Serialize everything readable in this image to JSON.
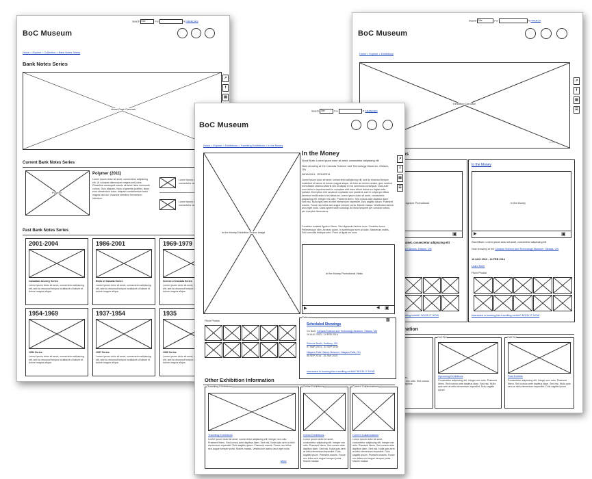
{
  "header": {
    "logo": "BoC Museum",
    "search_label": "Search",
    "search_scope": "Site",
    "for_label": "For",
    "language_link": "FRANÇAIS",
    "language_link_truncated": "FRANCA"
  },
  "page1": {
    "breadcrumb": "Home > Explore > Collection > Bank Notes Series",
    "title": "Bank Notes Series",
    "carousel_label": "Home Page Carousel",
    "current_heading": "Current Bank Notes Series",
    "polymer_caption": "Polymer",
    "polymer_title": "Polymer (2011)",
    "polymer_text": "Lorem ipsum dolor sit amet, consectetur adipiscing elit. Ut volutpat ullamcorper magna sed porta. Phasellus consequat mauris sit amet risus commodo cursus. Duis aliquam, risus ut gravida porttitor, lacus eros elementum tortor, aliquam condimentum tortor magna sed dui. Vivamus interdum fermentum interdum.",
    "side_text_1": "Lorem ipsum dolor sit amet, consectetur adip",
    "side_text_2": "Lorem ipsum dolor sit amet, consectetur adip",
    "past_heading": "Past Bank Notes Series",
    "past_series": [
      {
        "years": "2001-2004",
        "name": "Canadian Journey Series",
        "text": "Lorem ipsum dolor sit amet, consectetur adipiscing elit, sed do eiusmod tempor incididunt ut labore et dolore magna aliqua."
      },
      {
        "years": "1986-2001",
        "name": "Birds of Canada Series",
        "text": "Lorem ipsum dolor sit amet, consectetur adipiscing elit, sed do eiusmod tempor incididunt ut labore et dolore magna aliqua."
      },
      {
        "years": "1969-1979",
        "name": "Scenes of Canada Series",
        "text": "Lorem ipsum dolor sit amet, consectetur adipiscing elit, sed do eiusmod tempor incididunt ut labore et dolore magna aliqua."
      },
      {
        "years": "1954-1969",
        "name": "1954 Series",
        "text": "Lorem ipsum dolor sit amet, consectetur adipiscing elit, sed do eiusmod tempor incididunt ut labore et dolore magna aliqua."
      },
      {
        "years": "1937-1954",
        "name": "1937 Series",
        "text": "Lorem ipsum dolor sit amet, consectetur adipiscing elit, sed do eiusmod tempor incididunt ut labore et dolore magna aliqua."
      },
      {
        "years": "1935",
        "name": "1935 Series",
        "text": "Lorem ipsum dolor sit amet, consectetur adipiscing elit, sed do eiusmod tempor incididunt ut labore et dolore magna aliqua."
      }
    ]
  },
  "page2": {
    "breadcrumb": "Home > Explore > Exhibitions",
    "carousel_label": "Exhibition Carousel",
    "card_left_title_fragment": "ns",
    "card_left_video_label": "e Engraver Promotional",
    "card_left_text": "sit amet, consectetur adipiscing elit",
    "card_left_link": "ey of Canada, Ottawa, ON",
    "card_left_dates": "5",
    "card_right_title": "In the Money",
    "card_right_video_label": "In the Money",
    "card_right_blurb": "Short Blurb: Lorem ipsum dolor sit amet, consectetur adipiscing elit",
    "card_right_showing_prefix": "Now showing at the",
    "card_right_showing_link": "Canada Science and Technology Museum, Ottawa, ON",
    "card_right_dates": "16 AUG 2013 - 14 FEB 2014",
    "learn_more": "Learn More",
    "flickr_label": "Flickr Photos",
    "booking_link": "Interested in booking this travelling exhibit? BOOK IT NOW",
    "booking_link_left": "travelling exhibit? BOOK IT NOW",
    "other_info_fragment": "ormation",
    "callout_label": "Call Out",
    "callout_left_text": "sit amet,",
    "callout_left_text2": "nteger nec odio. Sed cursus ante dapibus",
    "upcoming_link": "Upcoming Exhibitions",
    "upcoming_text": "Consectetur adipiscing elit. Integer nec odio. Praesent libero. Sed cursus ante dapibus diam. Sed nisi. Nulla quis sem at nibh elementum imperdiet. Duis sagittis ipsum",
    "past_link": "Past Exhibits",
    "past_text": "Consectetur adipiscing elit. Integer nec odio. Praesent libero. Sed cursus ante dapibus diam. Sed nisi. Nulla quis sem at nibh elementum imperdiet. Duis sagittis ipsum"
  },
  "page3": {
    "breadcrumb": "Home > Explore > Exhibitions > Travelling Exhibitions > In the Money",
    "frame_image_label": "In the Money Exhibition Promo Image",
    "title": "In the Money",
    "short_blurb": "Short Blurb: Lorem ipsum dolor sit amet, consectetur adipiscing elit",
    "showing_line": "Now showing at the Canada Science and Technology Museum, Ottawa, ON",
    "dates": "08/16/2013 - 02/14/2014",
    "body_para_1": "Lorem ipsum dolor sit amet, consectetur adipisicing elit, sed do eiusmod tempor incididunt ut labore et dolore magna aliqua. Ut enim ad minim veniam, quis nostrud exercitation ullamco laboris nisi ut aliquip ex ea commodo consequat. Duis aute irure dolor in reprehenderit in voluptate velit esse cillum dolore eu fugiat nulla pariatur. Excepteur sint occaecat cupidatat non proident, sunt in culpa qui officia deserunt mollit anim id est laborum.Lorem ipsum dolor sit amet, consectetur adipiscing elit. Integer nec odio. Praesent libero. Sed cursus ante dapibus diam. Sed nisi. Nulla quis sem at nibh elementum imperdiet. Duis sagittis ipsum. Praesent mauris. Fusce nec tellus sed augue semper porta. Mauris massa. Vestibulum lacinia arcu eget nulla. Class aptent taciti sociosqu ad litora torquent per conubia nostra, per inceptos himenaeos.",
    "body_para_2": "Curabitur sodales ligula in libero. Sed dignissim lacinia nunc. Curabitur tortor. Pellentesque nibh. Aenean quam. In scelerisque sem at dolor. Maecenas mattis. Sed convallis tristique sem. Proin ut ligula vel nunc",
    "video_label": "In the Money Promotional Video",
    "flickr_label": "Flickr Photos",
    "calendar_label": "Calendar",
    "scheduled_heading": "Scheduled Showings",
    "showings": [
      {
        "prefix": "On Now:",
        "place": "Canada Science and Technology Museum, Ottawa, ON",
        "dates": "16 AUG 2013 - 14 FEB 2014"
      },
      {
        "prefix": "",
        "place": "Science North, Sudbury, ON",
        "dates": "07 MAR 2014 - 02 SEP 2014"
      },
      {
        "prefix": "",
        "place": "Niagara Falls History Museum, Niagara Falls, ON",
        "dates": "08 SEP 2014 - 15 JAN 2015"
      }
    ],
    "booking_link": "Interested in booking this travelling exhibit? BOOK IT NOW",
    "other_heading": "Other Exhibition Information",
    "tab_travelling": "Travelling Exhibitions",
    "tab_online": "Online Exhibitions",
    "tab_collab": "Current Collaborations",
    "travelling_link": "Travelling Exhibitions",
    "travelling_text": "Lorem ipsum dolor sit amet, consectetur adipiscing elit. Integer nec odio. Praesent libero. Sed cursus ante dapibus diam. Sed nisi. Nulla quis sem at nibh elementum imperdiet. Duis sagittis ipsum. Praesent mauris. Fusce nec tellus sed augue semper porta. Mauris massa. Vestibulum lacinia arcu eget nulla.",
    "online_link": "Online Exhibitions",
    "online_text": "Lorem ipsum dolor sit amet, consectetur adipiscing elit. Integer nec odio. Praesent libero. Sed cursus ante dapibus diam. Sed nisi. Nulla quis sem at nibh elementum imperdiet. Duis sagittis ipsum. Praesent mauris. Fusce nec tellus sed augue semper porta. Mauris massa.",
    "collab_link": "Current Collaborations",
    "collab_text": "Lorem ipsum dolor sit amet, consectetur adipiscing elit. Integer nec odio. Praesent libero. Sed cursus ante dapibus diam. Sed nisi. Nulla quis sem at nibh elementum imperdiet. Duis sagittis ipsum. Praesent mauris. Fusce nec tellus sed augue semper porta. Mauris massa.",
    "more_label": "More"
  },
  "icons": [
    "search-icon",
    "share-icon",
    "facebook-icon",
    "print-icon",
    "document-icon",
    "play-icon",
    "volume-icon",
    "fullscreen-icon",
    "calendar-icon"
  ]
}
